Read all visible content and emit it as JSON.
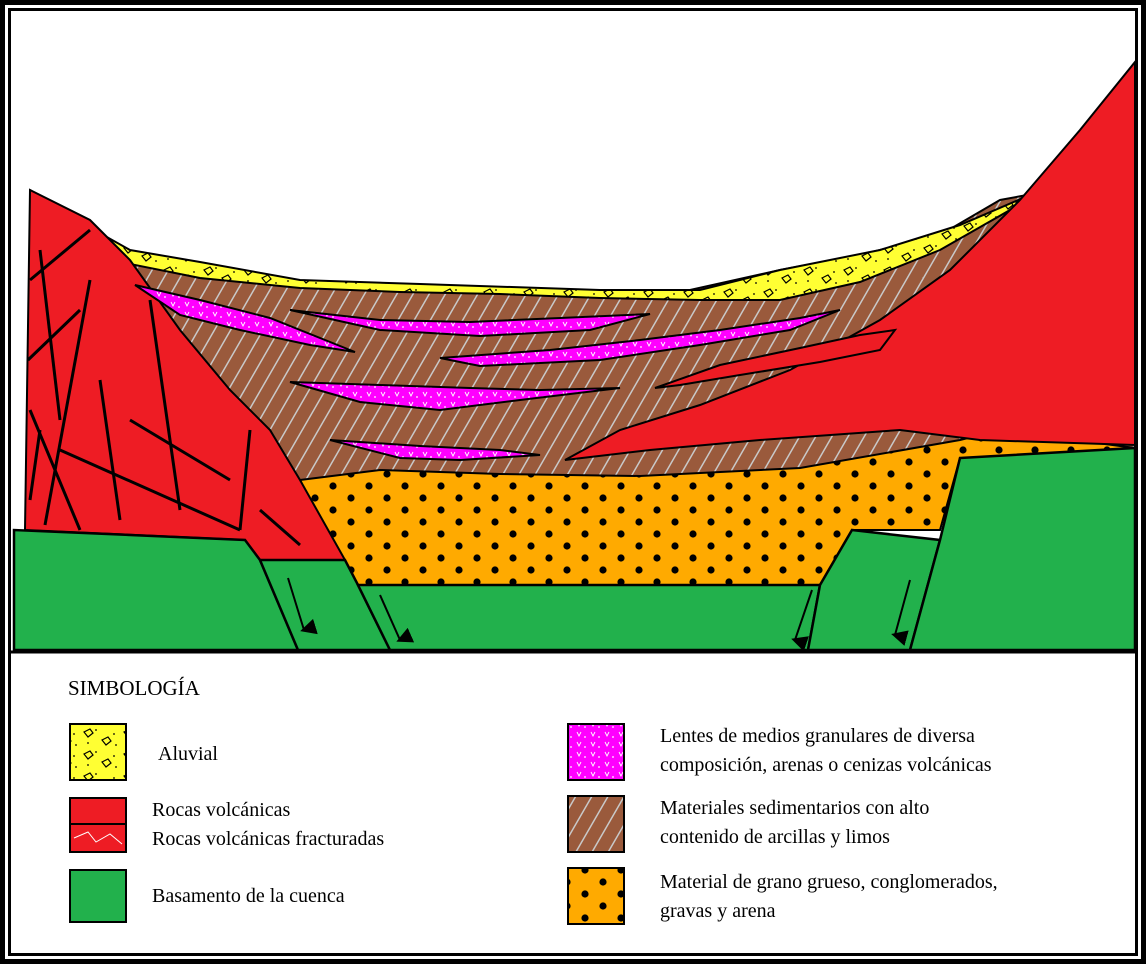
{
  "legend": {
    "title": "SIMBOLOGÍA",
    "items": [
      {
        "key": "aluvial",
        "lines": [
          "Aluvial"
        ]
      },
      {
        "key": "volcanic",
        "lines": [
          "Rocas volcánicas",
          "Rocas volcánicas fracturadas"
        ]
      },
      {
        "key": "basement",
        "lines": [
          "Basamento de la cuenca"
        ]
      },
      {
        "key": "lenses",
        "lines": [
          "Lentes de medios granulares de diversa",
          "composición, arenas o cenizas volcánicas"
        ]
      },
      {
        "key": "sediments",
        "lines": [
          "Materiales sedimentarios con alto",
          "contenido de arcillas y limos"
        ]
      },
      {
        "key": "coarse",
        "lines": [
          "Material de grano grueso, conglomerados,",
          "gravas y arena"
        ]
      }
    ]
  },
  "colors": {
    "aluvial": "#ffff33",
    "volcanic": "#ee1c24",
    "basement": "#22b14c",
    "lenses": "#ff00ff",
    "sediments": "#9a5a3c",
    "coarse": "#ffaa00"
  }
}
